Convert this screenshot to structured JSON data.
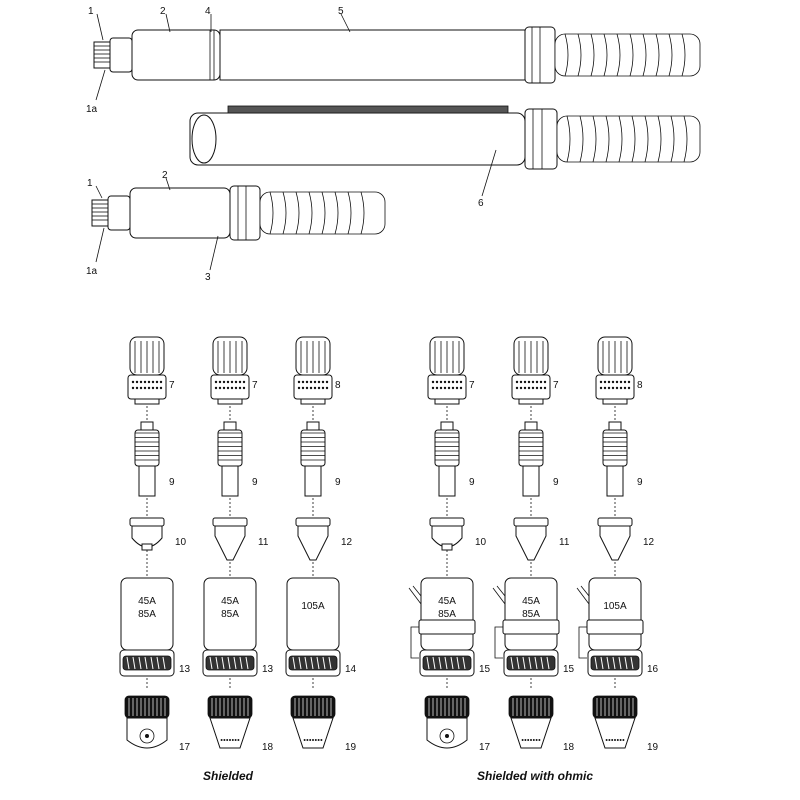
{
  "torches": {
    "top_labels": [
      "1",
      "2",
      "4",
      "5",
      "1a"
    ],
    "middle_label": "6",
    "bottom_labels": [
      "1",
      "2",
      "3",
      "1a"
    ]
  },
  "columns": [
    {
      "retaining_cap": "7",
      "electrode": "9",
      "nozzle": "10",
      "cap_label": "13",
      "cap_text": [
        "45A",
        "85A"
      ],
      "shield": "17"
    },
    {
      "retaining_cap": "7",
      "electrode": "9",
      "nozzle": "11",
      "cap_label": "13",
      "cap_text": [
        "45A",
        "85A"
      ],
      "shield": "18"
    },
    {
      "retaining_cap": "8",
      "electrode": "9",
      "nozzle": "12",
      "cap_label": "14",
      "cap_text": [
        "105A"
      ],
      "shield": "19"
    },
    {
      "retaining_cap": "7",
      "electrode": "9",
      "nozzle": "10",
      "cap_label": "15",
      "cap_text": [
        "45A",
        "85A"
      ],
      "shield": "17"
    },
    {
      "retaining_cap": "7",
      "electrode": "9",
      "nozzle": "11",
      "cap_label": "15",
      "cap_text": [
        "45A",
        "85A"
      ],
      "shield": "18"
    },
    {
      "retaining_cap": "8",
      "electrode": "9",
      "nozzle": "12",
      "cap_label": "16",
      "cap_text": [
        "105A"
      ],
      "shield": "19"
    }
  ],
  "captions": {
    "shielded": "Shielded",
    "shielded_ohmic": "Shielded with ohmic"
  }
}
